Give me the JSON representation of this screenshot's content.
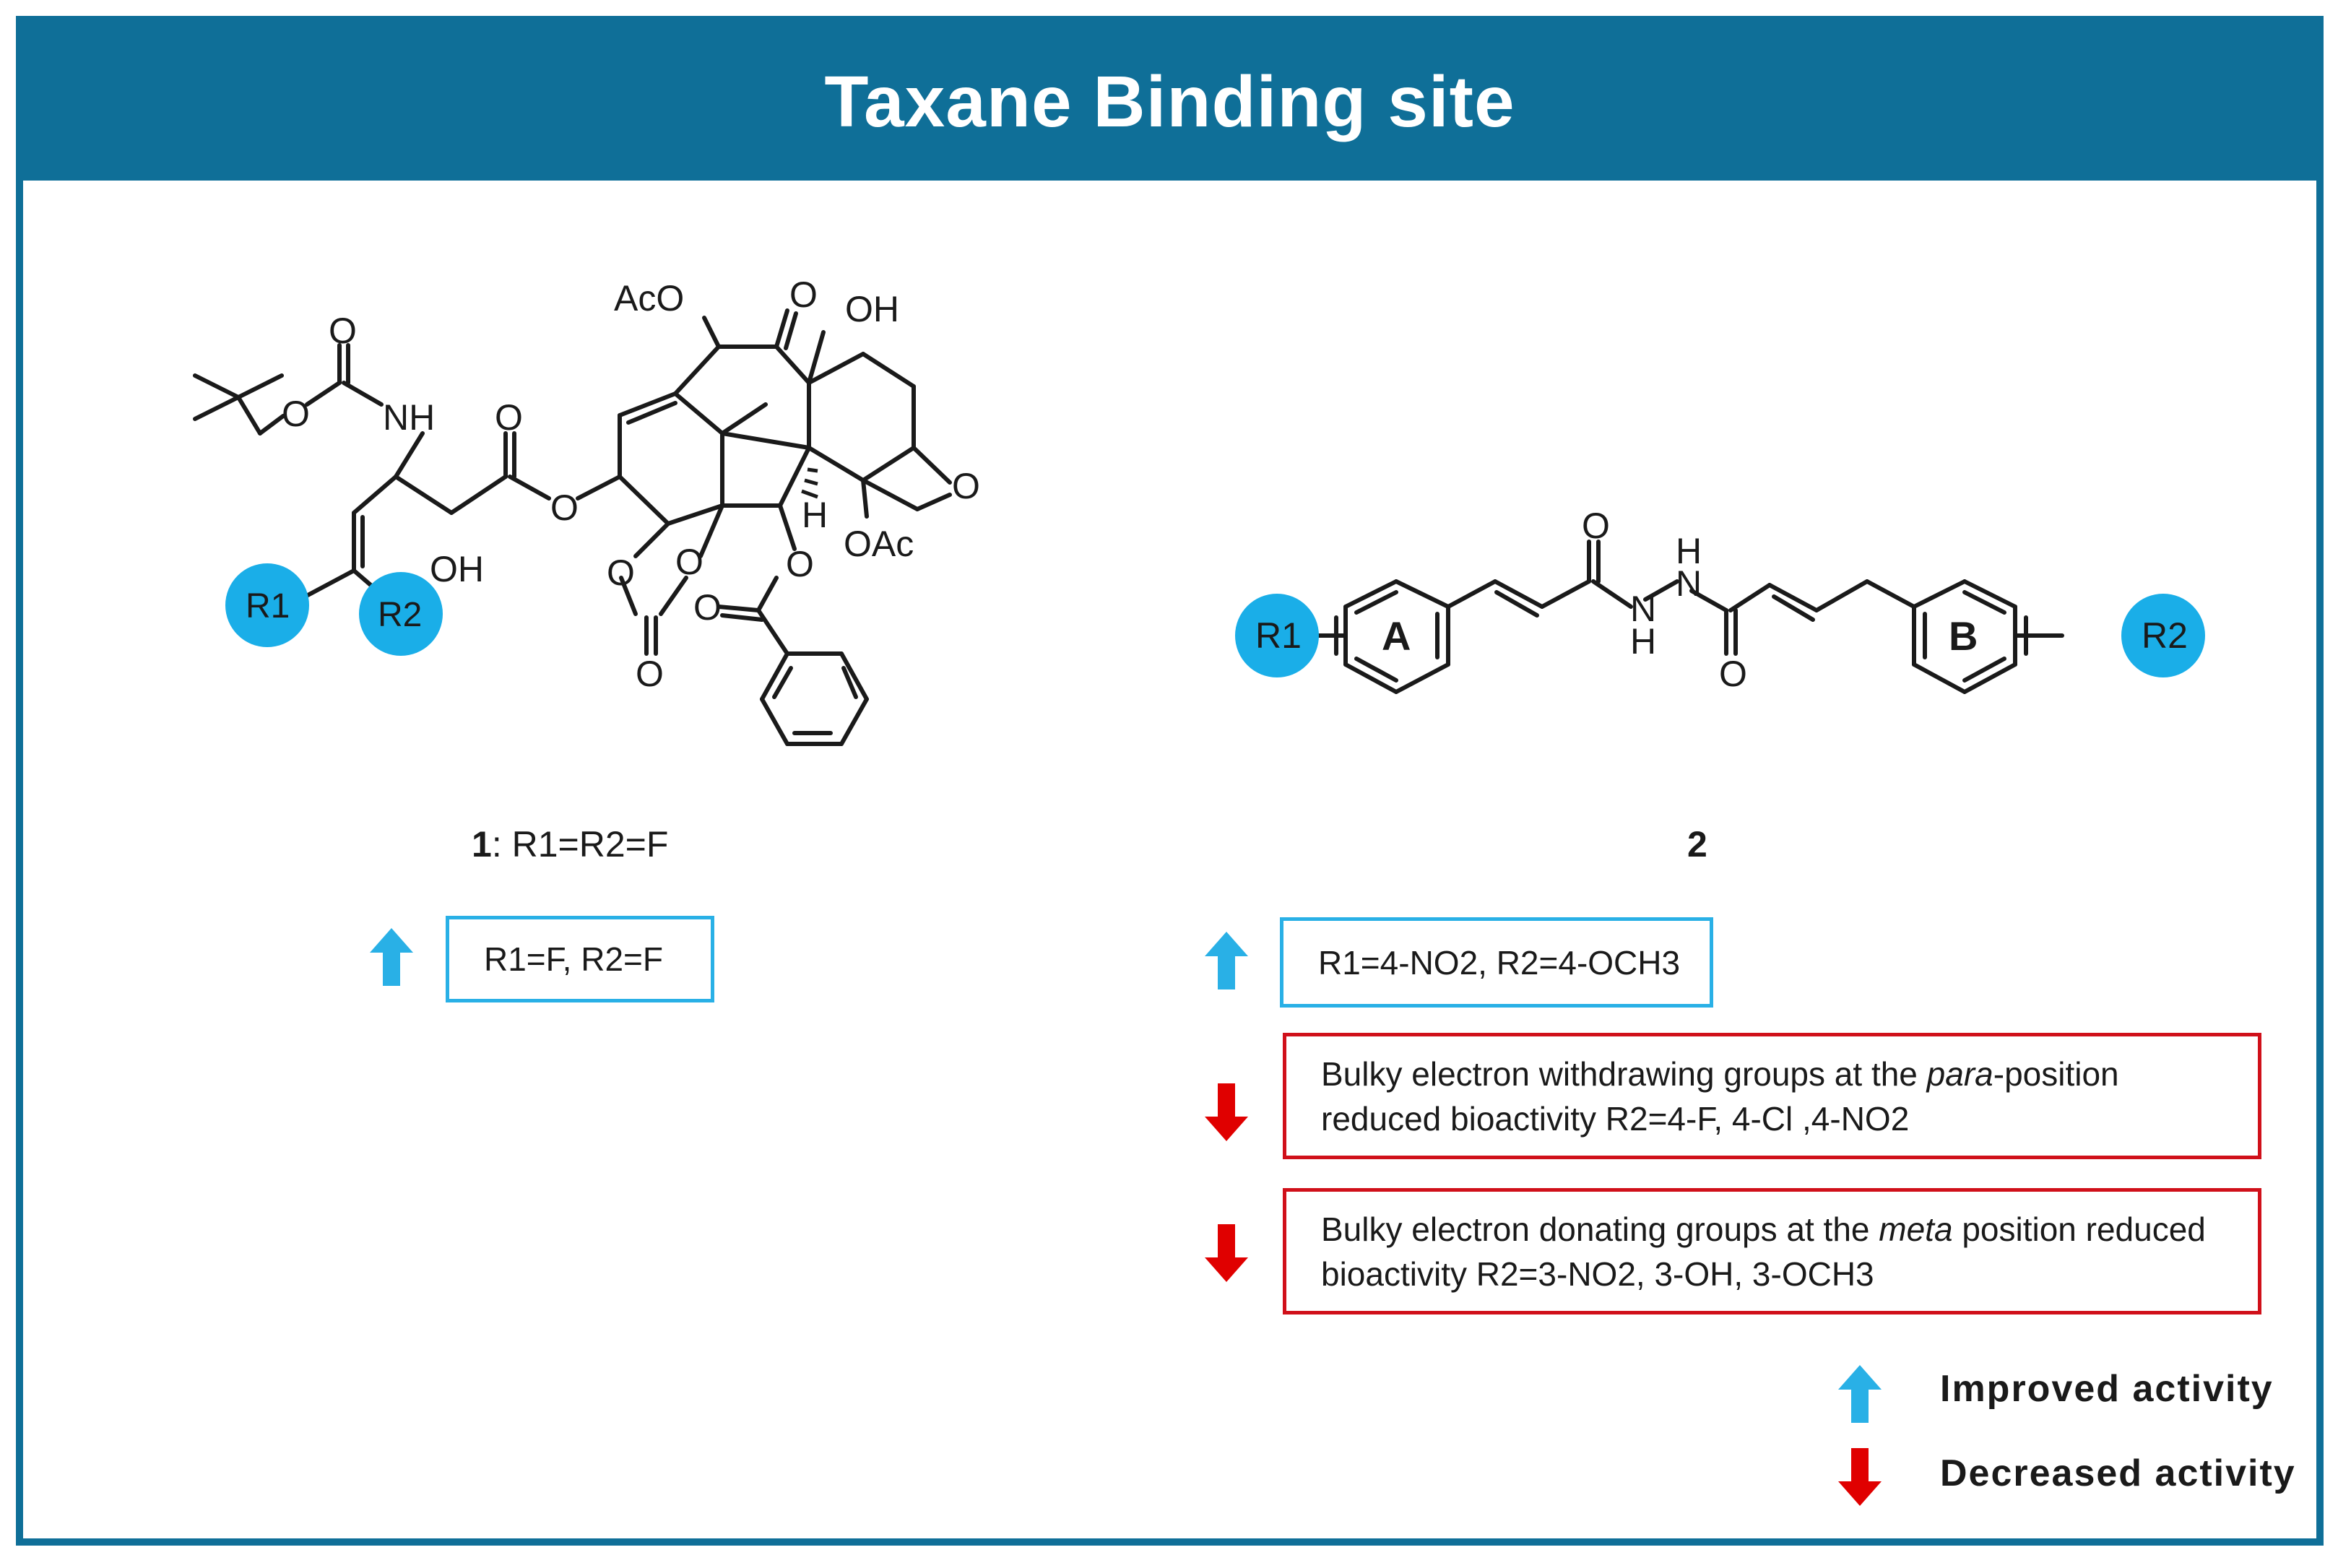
{
  "title": "Taxane Binding site",
  "colors": {
    "frame": "#0f6f98",
    "improved": "#29b0e6",
    "decreased": "#e00000",
    "substituent_circle": "#1aaee8"
  },
  "compound1": {
    "number": "1",
    "label_rest": ": R1=R2=F",
    "atoms": {
      "aco": "AcO",
      "ketone_o": "O",
      "oh_top": "OH",
      "nh": "NH",
      "carbamate_o1": "O",
      "carbamate_o2": "O",
      "ester_o_dbl": "O",
      "ester_o": "O",
      "oh_side": "OH",
      "oxetane_o": "O",
      "h": "H",
      "oac": "OAc",
      "carbonate_o1": "O",
      "carbonate_o2": "O",
      "carbonate_o3": "O",
      "benzoate_o1": "O",
      "benzoate_o2": "O",
      "r1": "R1",
      "r2": "R2"
    },
    "findings": [
      {
        "type": "improved",
        "text": "R1=F, R2=F"
      }
    ]
  },
  "compound2": {
    "number": "2",
    "atoms": {
      "r1": "R1",
      "ring_a": "A",
      "carbonyl_o1": "O",
      "nh1": "H",
      "n1": "N",
      "n2": "N",
      "nh2": "H",
      "carbonyl_o2": "O",
      "ring_b": "B",
      "r2": "R2"
    },
    "findings": [
      {
        "type": "improved",
        "text": "R1=4-NO2, R2=4-OCH3"
      },
      {
        "type": "decreased",
        "text_before": "Bulky electron withdrawing groups at the ",
        "italic": "para",
        "text_after": "-position reduced bioactivity R2=4-F, 4-Cl ,4-NO2"
      },
      {
        "type": "decreased",
        "text_before": "Bulky electron donating groups at the ",
        "italic": "meta",
        "text_after": " position reduced bioactivity R2=3-NO2, 3-OH, 3-OCH3"
      }
    ]
  },
  "legend": [
    {
      "type": "improved",
      "label": "Improved activity"
    },
    {
      "type": "decreased",
      "label": "Decreased activity"
    }
  ]
}
